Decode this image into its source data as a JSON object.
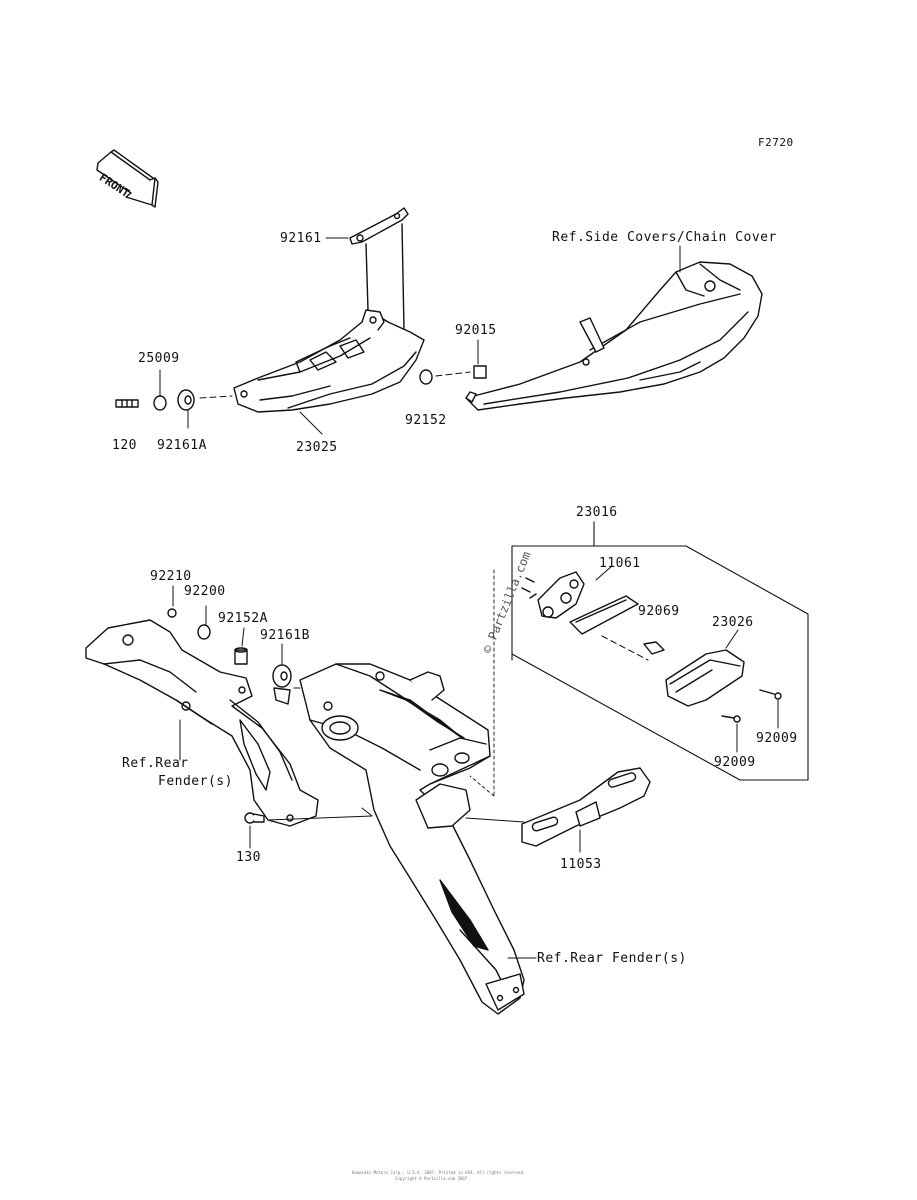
{
  "figure_code": "F2720",
  "front_label": "FRONT",
  "watermark": "© Partzilla.com",
  "footer_lines": [
    "Kawasaki Motors Corp., U.S.A. 2007. Printed in USA. All rights reserved.",
    "Copyright © Partzilla.com 2007"
  ],
  "labels": {
    "p92161": "92161",
    "p25009": "25009",
    "p120": "120",
    "p92161A": "92161A",
    "p23025": "23025",
    "p92015": "92015",
    "p92152": "92152",
    "ref_side": "Ref.Side Covers/Chain Cover",
    "p23016": "23016",
    "p11061": "11061",
    "p92069": "92069",
    "p23026": "23026",
    "p92009a": "92009",
    "p92009b": "92009",
    "p92210": "92210",
    "p92200": "92200",
    "p92152A": "92152A",
    "p92161B": "92161B",
    "ref_rear_1": "Ref.Rear",
    "ref_rear_2": "Fender(s)",
    "p130": "130",
    "p11053": "11053",
    "ref_rear_fender": "Ref.Rear Fender(s)"
  }
}
